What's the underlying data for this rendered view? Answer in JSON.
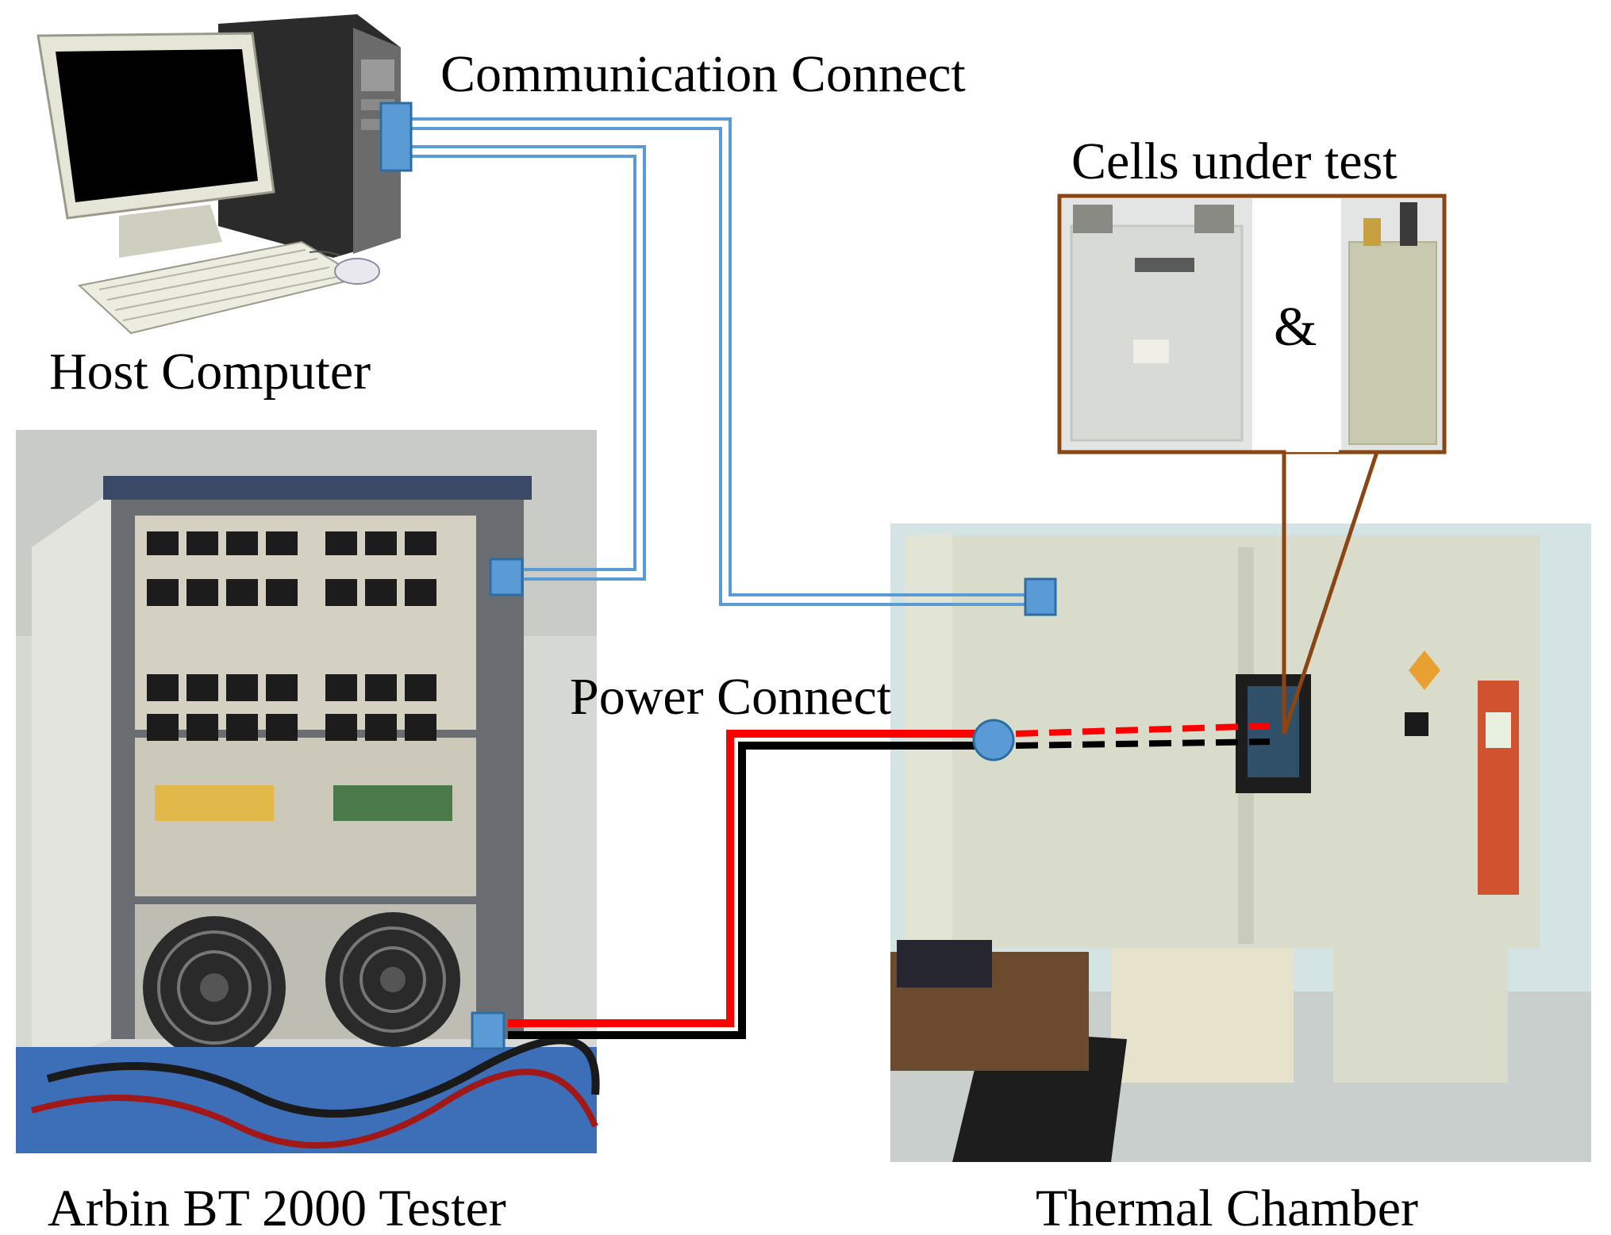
{
  "labels": {
    "communication": "Communication Connect",
    "cells": "Cells under test",
    "host": "Host Computer",
    "power": "Power Connect",
    "tester": "Arbin BT 2000 Tester",
    "chamber": "Thermal Chamber",
    "ampersand": "&"
  },
  "colors": {
    "comm_cable": "#5b9bd5",
    "connector": "#5b9bd5",
    "connector_stroke": "#2e6ca4",
    "power_positive": "#ff0000",
    "power_negative": "#000000",
    "callout": "#8b4513",
    "chamber_body": "#d9dccb",
    "chamber_panel": "#d0522e",
    "tester_body": "#6a6e72"
  }
}
